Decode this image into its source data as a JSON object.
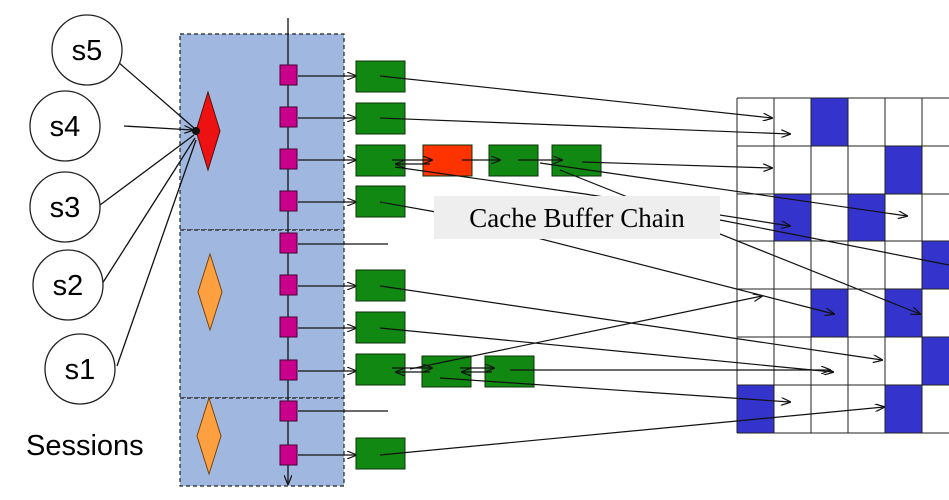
{
  "sessions": {
    "items": [
      "s5",
      "s4",
      "s3",
      "s2",
      "s1"
    ],
    "label": "Sessions"
  },
  "chain_label": "Cache Buffer Chain",
  "colors": {
    "panel": "#a0b8e0",
    "latch_active": "#ee1111",
    "latch_idle": "#ffa040",
    "bucket": "#c8008c",
    "buffer": "#118811",
    "buffer_hot": "#ff3300",
    "block": "#3434cc",
    "line": "#111111"
  }
}
